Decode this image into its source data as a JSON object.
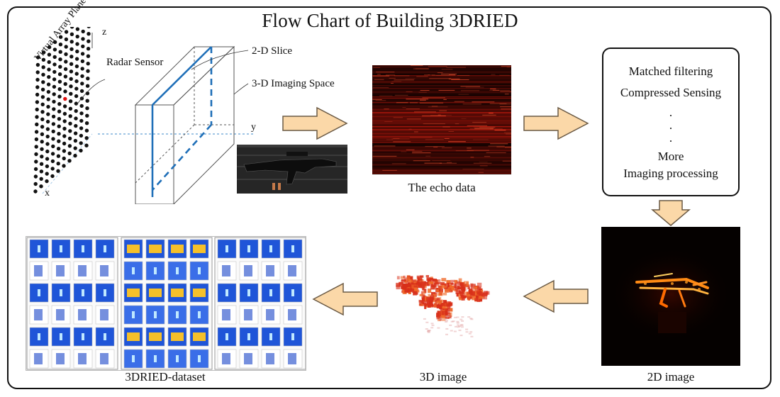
{
  "title": "Flow Chart of Building 3DRIED",
  "scene": {
    "virtual_array_label": "Virtual Array Plane",
    "radar_sensor_label": "Radar Sensor",
    "slice_label": "2-D Slice",
    "imaging_space_label": "3-D Imaging Space",
    "axis_z": "z",
    "axis_y": "y",
    "axis_x": "x"
  },
  "echo": {
    "caption": "The echo data"
  },
  "processing": {
    "items": [
      "Matched filtering",
      "Compressed Sensing",
      ".",
      ".",
      ".",
      "More",
      "Imaging processing"
    ]
  },
  "image2d": {
    "caption": "2D image"
  },
  "image3d": {
    "caption": "3D image"
  },
  "dataset": {
    "caption": "3DRIED-dataset"
  },
  "colors": {
    "arrow_fill": "#fbd8a8",
    "arrow_stroke": "#6b5a45",
    "echo_red": "#c0180c",
    "heat_orange": "#ff7a10",
    "voxel_red": "#d8301a",
    "dataset_blue": "#1f55d8",
    "slice_blue": "#1f6fb8",
    "array_dot": "#111111",
    "sensor_dot": "#e01010"
  }
}
